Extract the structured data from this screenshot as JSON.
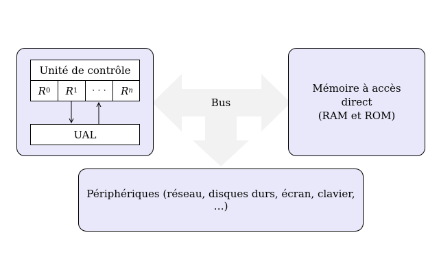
{
  "diagram": {
    "bus_label": "Bus",
    "cpu": {
      "control_unit_label": "Unité de contrôle",
      "registers": [
        {
          "base": "R",
          "sub": "0"
        },
        {
          "base": "R",
          "sub": "1"
        },
        {
          "base": "· · ·",
          "sub": ""
        },
        {
          "base": "R",
          "sub": "n"
        }
      ],
      "alu_label": "UAL"
    },
    "memory": {
      "line1": "Mémoire à accès",
      "line2": "direct",
      "line3": "(RAM et ROM)"
    },
    "peripherals_label": "Périphériques (réseau, disques durs, écran, clavier, …)",
    "colors": {
      "box_fill": "#e8e8fa",
      "bus_fill": "#f2f2f2",
      "stroke": "#000000"
    }
  }
}
